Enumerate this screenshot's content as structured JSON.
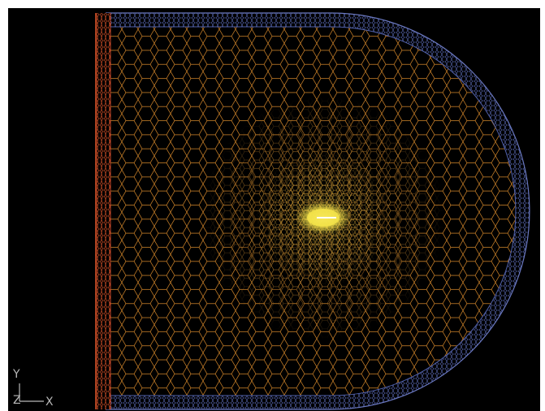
{
  "viewport": {
    "background": "#000000",
    "mesh": {
      "cell_shape": "polyhedral",
      "colors": {
        "interior_cells": "#d98a2b",
        "refined_core": "#f5e44a",
        "core_highlight": "#ffffff",
        "outer_boundary_layer": "#4f5fa8",
        "symmetry_wall": "#e0552a"
      }
    }
  },
  "triad": {
    "y_label": "Y",
    "z_label": "Z",
    "x_label": "X",
    "color": "#b8b8b8"
  }
}
